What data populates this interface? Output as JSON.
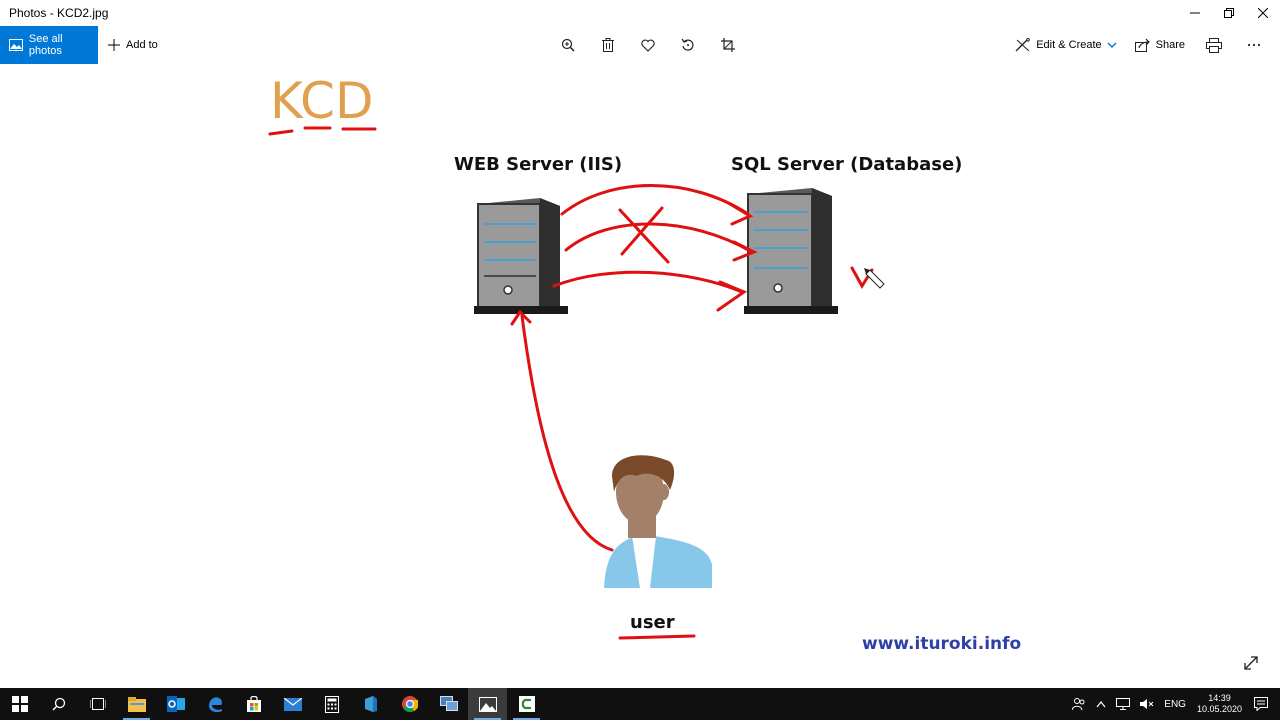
{
  "window": {
    "title": "Photos - KCD2.jpg"
  },
  "toolbar": {
    "see_all_label": "See all photos",
    "add_to_label": "Add to",
    "edit_create_label": "Edit & Create",
    "share_label": "Share"
  },
  "image": {
    "handwritten_title": "KCD",
    "web_server_label": "WEB Server (IIS)",
    "sql_server_label": "SQL Server (Database)",
    "user_label": "user",
    "watermark": "www.ituroki.info"
  },
  "taskbar": {
    "apps": [
      "file-explorer-icon",
      "outlook-icon",
      "edge-icon",
      "store-icon",
      "mail-icon",
      "calculator-icon",
      "azure-data-studio-icon",
      "chrome-icon",
      "network-icon",
      "photos-icon",
      "camtasia-icon"
    ]
  },
  "tray": {
    "language": "ENG",
    "time": "14:39",
    "date": "10.05.2020"
  },
  "colors": {
    "accent": "#0078d7",
    "annotation_red": "#e01010",
    "handwriting_orange": "#e0a050",
    "watermark_blue": "#2e3fa8"
  }
}
